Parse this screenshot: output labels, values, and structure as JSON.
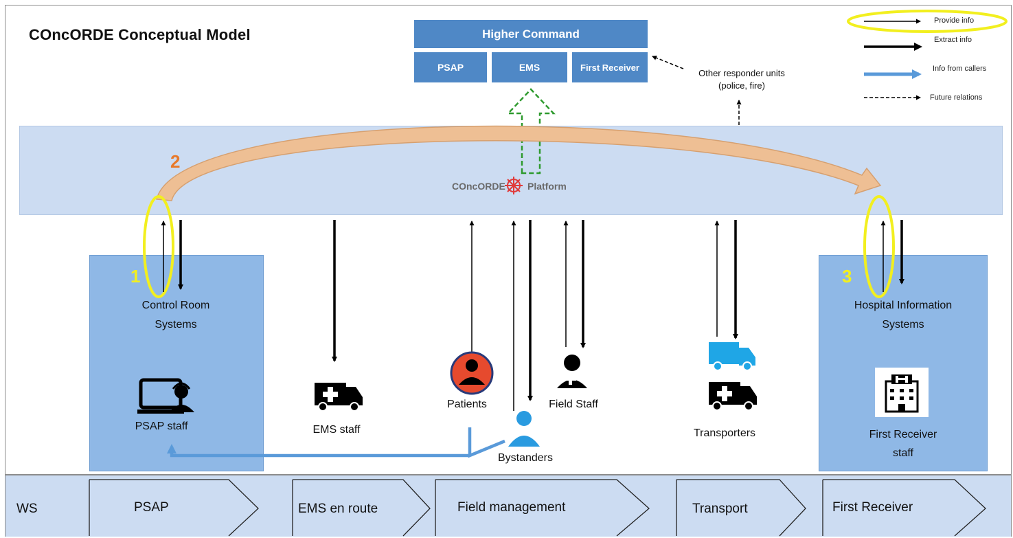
{
  "title": "COncORDE Conceptual Model",
  "higher_command": {
    "title": "Higher Command",
    "units": [
      "PSAP",
      "EMS",
      "First Receiver"
    ]
  },
  "other_units": {
    "line1": "Other responder units",
    "line2": "(police, fire)"
  },
  "legend": {
    "provide": "Provide info",
    "extract": "Extract info",
    "callers": "Info from callers",
    "future": "Future relations"
  },
  "platform": {
    "name_left": "COncORDE",
    "name_right": "Platform"
  },
  "steps": [
    "1",
    "2",
    "3"
  ],
  "actors": {
    "control_room": {
      "line1": "Control Room",
      "line2": "Systems"
    },
    "psap_staff": "PSAP staff",
    "ems_staff": "EMS staff",
    "patients": "Patients",
    "field_staff": "Field Staff",
    "bystanders": "Bystanders",
    "transporters": "Transporters",
    "hospital": {
      "line1": "Hospital Information",
      "line2": "Systems"
    },
    "first_receiver": {
      "line1": "First Receiver",
      "line2": "staff"
    }
  },
  "workflow": {
    "label": "WS",
    "stages": [
      "PSAP",
      "EMS en route",
      "Field management",
      "Transport",
      "First Receiver"
    ]
  },
  "colors": {
    "box_blue": "#4f88c6",
    "platform": "#ccdcf2",
    "panel": "#8fb8e6",
    "highlight": "#f2ef1f",
    "step_orange": "#e8792a",
    "caller_blue": "#5a9ad9",
    "future_green": "#2e9a2e"
  }
}
